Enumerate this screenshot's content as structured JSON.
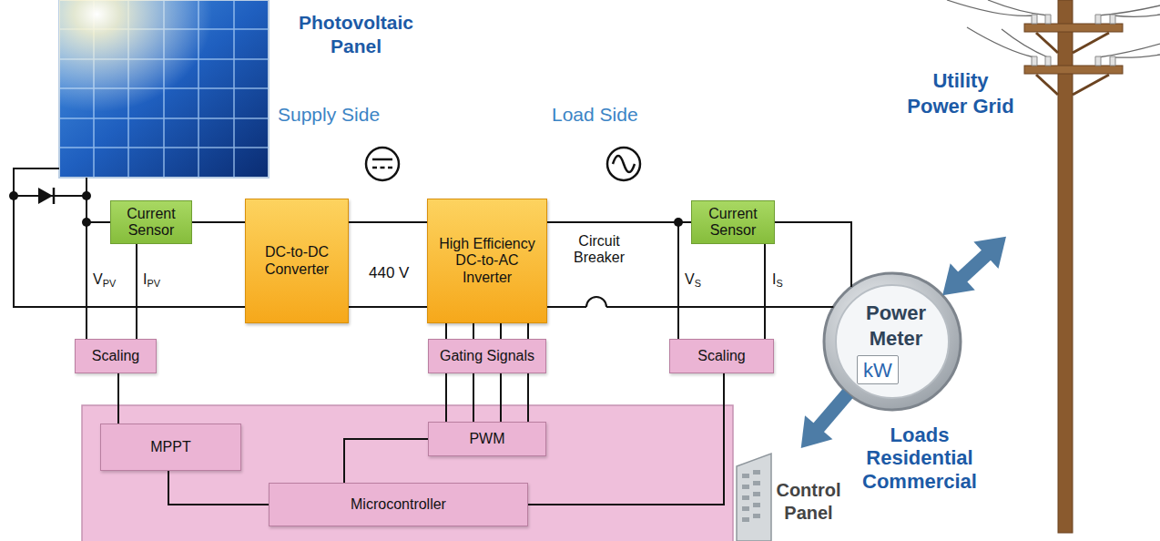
{
  "diagram": {
    "nodes": [
      {
        "text": [
          "Photovoltaic Panel"
        ]
      },
      {
        "text": [
          "Current Sensor"
        ]
      },
      {
        "text": [
          "DC-to-DC Converter"
        ]
      },
      {
        "text": [
          "High Efficiency DC-to-AC Inverter"
        ]
      },
      {
        "text": [
          "Current Sensor"
        ]
      },
      {
        "text": [
          "Utility Power Grid"
        ]
      },
      {
        "text": [
          "Power Meter",
          "kW"
        ]
      },
      {
        "text": [
          "Scaling"
        ]
      },
      {
        "text": [
          "Gating Signals"
        ]
      },
      {
        "text": [
          "Scaling"
        ]
      },
      {
        "text": [
          "Control Panel"
        ]
      },
      {
        "text": [
          "MPPT"
        ]
      },
      {
        "text": [
          "PWM"
        ]
      },
      {
        "text": [
          "Microcontroller"
        ]
      }
    ],
    "edges": [
      {
        "from": 0,
        "to": 1,
        "arrow": "none"
      },
      {
        "from": 0,
        "to": 2,
        "arrow": "none"
      },
      {
        "from": 1,
        "to": 2,
        "arrow": "none"
      },
      {
        "from": 2,
        "to": 3,
        "arrow": "none"
      },
      {
        "from": 2,
        "to": 3,
        "arrow": "none"
      },
      {
        "from": 3,
        "to": 4,
        "arrow": "none"
      },
      {
        "from": 3,
        "to": 6,
        "arrow": "none"
      },
      {
        "from": 4,
        "to": 6,
        "arrow": "none"
      },
      {
        "from": 6,
        "to": 5,
        "arrow": "both"
      },
      {
        "from": 6,
        "to": 10,
        "arrow": "to"
      },
      {
        "from": 1,
        "to": 7,
        "arrow": "none"
      },
      {
        "from": 3,
        "to": 8,
        "arrow": "none"
      },
      {
        "from": 4,
        "to": 9,
        "arrow": "none"
      },
      {
        "from": 7,
        "to": 11,
        "arrow": "none"
      },
      {
        "from": 8,
        "to": 12,
        "arrow": "none"
      },
      {
        "from": 9,
        "to": 13,
        "arrow": "none"
      },
      {
        "from": 11,
        "to": 13,
        "arrow": "none"
      },
      {
        "from": 13,
        "to": 12,
        "arrow": "none"
      }
    ],
    "labels": [
      "Supply Side",
      "Load Side",
      "440 V",
      "Circuit Breaker",
      "VPV",
      "IPV",
      "VS",
      "IS",
      "Loads Residential Commercial"
    ]
  }
}
